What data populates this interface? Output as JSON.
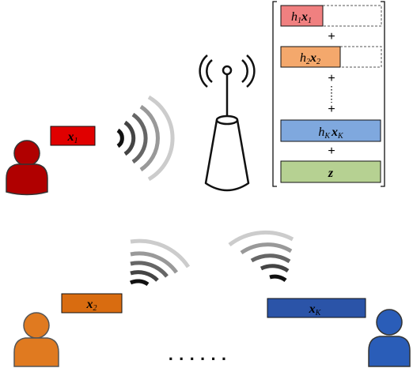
{
  "colors": {
    "red": "#e00000",
    "red_user": "#b00000",
    "orange": "#d96c10",
    "orange_user": "#e07a20",
    "blue": "#2b54a8",
    "blue_user": "#2a5db8",
    "pink": "#f08080",
    "peach": "#f4a86c",
    "lightblue": "#7fa8de",
    "green": "#b6d192"
  },
  "users": [
    {
      "signal": {
        "sym": "x",
        "sub": "1"
      }
    },
    {
      "signal": {
        "sym": "x",
        "sub": "2"
      }
    },
    {
      "signal": {
        "sym": "x",
        "sub": "K"
      }
    }
  ],
  "received": {
    "terms": [
      {
        "coef": "h",
        "coef_sub": "1",
        "sym": "x",
        "sub": "1"
      },
      {
        "coef": "h",
        "coef_sub": "2",
        "sym": "x",
        "sub": "2"
      },
      {
        "coef": "h",
        "coef_sub": "K",
        "sym": "x",
        "sub": "K"
      }
    ],
    "noise": "z",
    "plus": "+"
  },
  "ellipsis": "· · · · · ·"
}
